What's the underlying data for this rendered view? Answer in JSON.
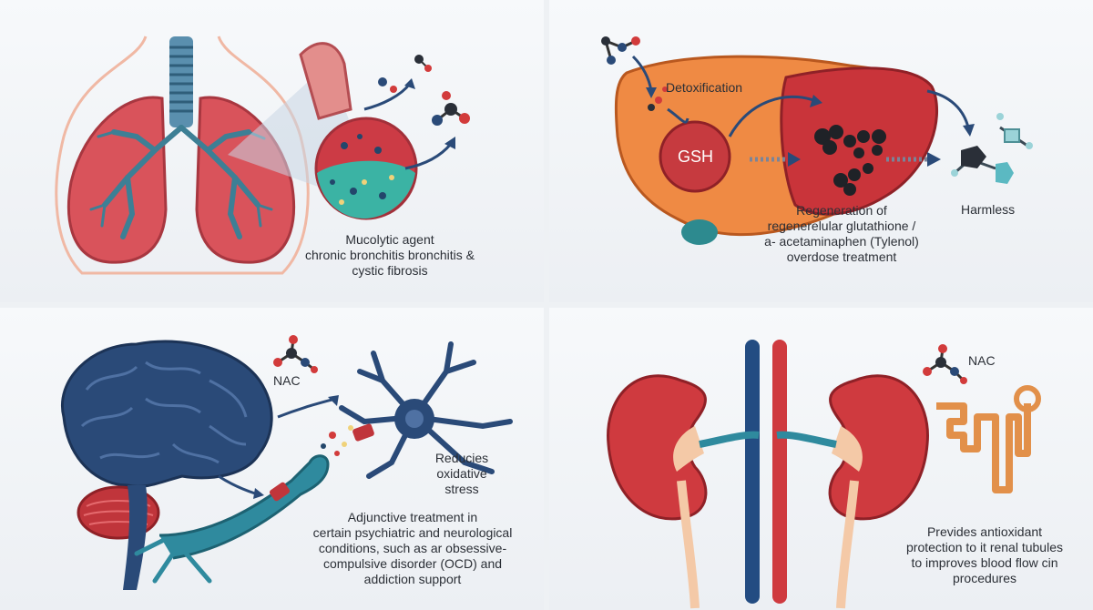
{
  "lungs": {
    "caption_lines": [
      "Mucolytic agent",
      "chronic bronchitis bronchitis &",
      "cystic fibrosis"
    ]
  },
  "liver": {
    "detox_label": "Detoxification",
    "gsh_label": "GSH",
    "harmless_label": "Harmless",
    "caption_lines": [
      "Regeneration of",
      "regenerelular glutathione /",
      "a- acetaminaphen (Tylenol)",
      "overdose treatment"
    ]
  },
  "brain": {
    "nac_label": "NAC",
    "oxidative_lines": [
      "Reducies",
      "oxidative",
      "stress"
    ],
    "caption_lines": [
      "Adjunctive treatment in",
      "certain psychiatric and neurological",
      "conditions, such as ar obsessive-",
      "compulsive disorder (OCD) and",
      "addiction support"
    ]
  },
  "kidney": {
    "nac_label": "NAC",
    "caption_lines": [
      "Prevides antioxidant",
      "protection to it renal tubules",
      "to improves blood flow cin",
      "procedures"
    ]
  },
  "colors": {
    "lung_red": "#d9535b",
    "airway_blue": "#3d7f95",
    "liver_orange": "#ef8a44",
    "liver_red": "#c9343a",
    "brain_navy": "#2a4a78",
    "neuron_teal": "#2f8a9e",
    "kidney_red": "#cf3a3f",
    "vessel_blue": "#234c82"
  }
}
